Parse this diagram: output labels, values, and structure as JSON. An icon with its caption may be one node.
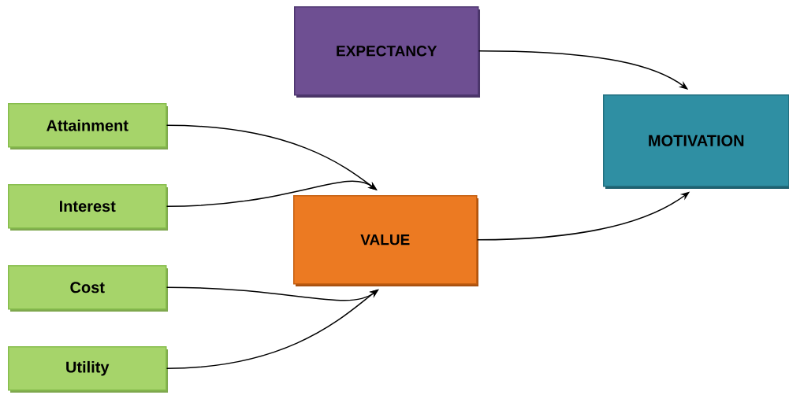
{
  "diagram": {
    "nodes": [
      {
        "text": [
          "EXPECTANCY"
        ]
      },
      {
        "text": [
          "MOTIVATION"
        ]
      },
      {
        "text": [
          "Attainment"
        ]
      },
      {
        "text": [
          "Interest"
        ]
      },
      {
        "text": [
          "Cost"
        ]
      },
      {
        "text": [
          "Utility"
        ]
      },
      {
        "text": [
          "VALUE"
        ]
      }
    ],
    "edges": [
      {
        "from": 0,
        "to": 1,
        "arrow": "to"
      },
      {
        "from": 2,
        "to": 6,
        "arrow": "to"
      },
      {
        "from": 3,
        "to": 6,
        "arrow": "to"
      },
      {
        "from": 4,
        "to": 6,
        "arrow": "to"
      },
      {
        "from": 5,
        "to": 6,
        "arrow": "to"
      },
      {
        "from": 6,
        "to": 1,
        "arrow": "to"
      }
    ]
  }
}
